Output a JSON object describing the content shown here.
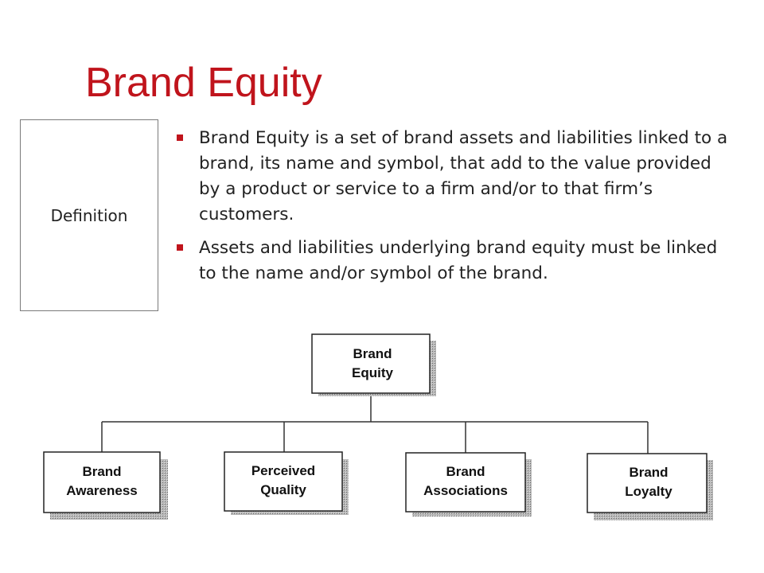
{
  "slide": {
    "title": "Brand Equity",
    "definition_label": "Definition",
    "bullets": [
      "Brand Equity is a set of brand assets and liabilities linked to a brand, its name and symbol, that add to the value provided by a product or service to a firm and/or to that firm’s customers.",
      "Assets and liabilities underlying brand equity must be linked to the name and/or symbol of the brand."
    ]
  },
  "diagram": {
    "root": {
      "line1": "Brand",
      "line2": "Equity"
    },
    "children": [
      {
        "line1": "Brand",
        "line2": "Awareness"
      },
      {
        "line1": "Perceived",
        "line2": "Quality"
      },
      {
        "line1": "Brand",
        "line2": "Associations"
      },
      {
        "line1": "Brand",
        "line2": "Loyalty"
      }
    ]
  },
  "colors": {
    "title": "#c0141c",
    "bullet": "#c0141c"
  }
}
